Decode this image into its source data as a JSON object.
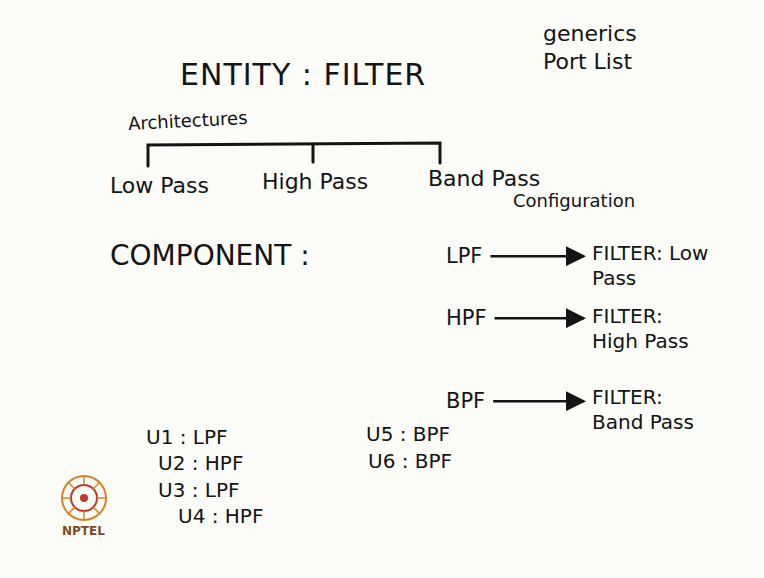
{
  "diagram": {
    "title": "ENTITY : FILTER",
    "labels": [
      "generics",
      "Port List",
      "Architectures",
      "Low Pass",
      "High Pass",
      "Band Pass",
      "COMPONENT :",
      "Configuration",
      "LPF",
      "FILTER: Low Pass",
      "HPF",
      "FILTER: High Pass",
      "BPF",
      "FILTER: Band Pass",
      "U1 : LPF",
      "U2 : HPF",
      "U3 : LPF",
      "U4 : HPF",
      "U5 : BPF",
      "U6 : BPF",
      "NPTEL"
    ]
  }
}
